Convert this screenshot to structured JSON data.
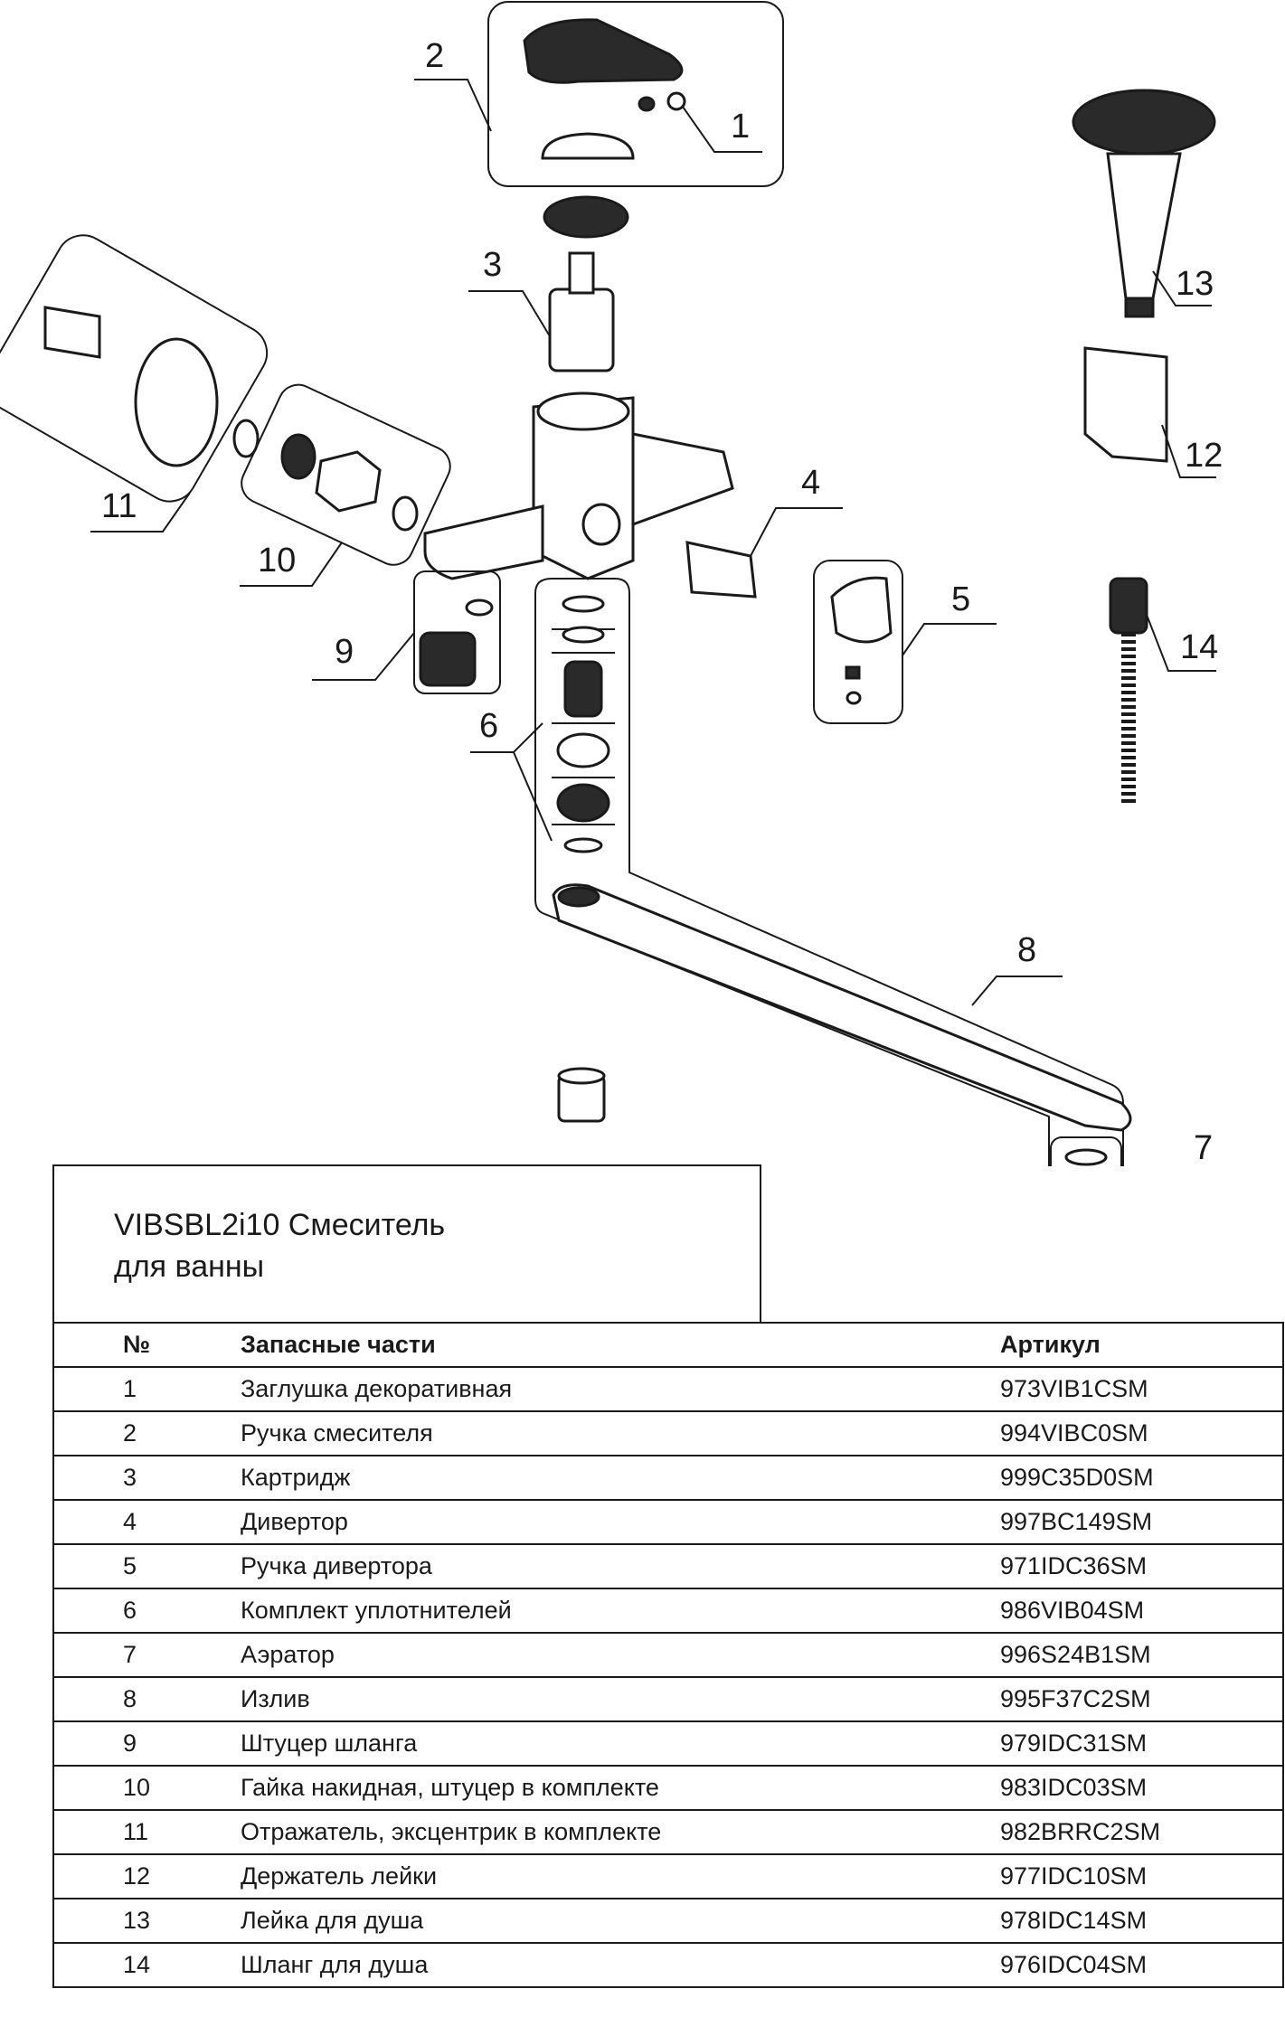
{
  "title": "VIBSBL2i10 Смеситель\nдля ванны",
  "callouts": [
    "1",
    "2",
    "3",
    "4",
    "5",
    "6",
    "7",
    "8",
    "9",
    "10",
    "11",
    "12",
    "13",
    "14"
  ],
  "table": {
    "headers": {
      "num": "№",
      "name": "Запасные части",
      "sku": "Артикул"
    },
    "rows": [
      {
        "num": "1",
        "name": "Заглушка декоративная",
        "sku": "973VIB1CSM"
      },
      {
        "num": "2",
        "name": "Ручка смесителя",
        "sku": "994VIBC0SM"
      },
      {
        "num": "3",
        "name": "Картридж",
        "sku": "999C35D0SM"
      },
      {
        "num": "4",
        "name": "Дивертор",
        "sku": "997BC149SM"
      },
      {
        "num": "5",
        "name": "Ручка дивертора",
        "sku": "971IDC36SM"
      },
      {
        "num": "6",
        "name": "Комплект уплотнителей",
        "sku": "986VIB04SM"
      },
      {
        "num": "7",
        "name": "Аэратор",
        "sku": "996S24B1SM"
      },
      {
        "num": "8",
        "name": "Излив",
        "sku": "995F37C2SM"
      },
      {
        "num": "9",
        "name": "Штуцер шланга",
        "sku": "979IDC31SM"
      },
      {
        "num": "10",
        "name": "Гайка накидная, штуцер в комплекте",
        "sku": "983IDC03SM"
      },
      {
        "num": "11",
        "name": "Отражатель, эксцентрик в комплекте",
        "sku": "982BRRC2SM"
      },
      {
        "num": "12",
        "name": "Держатель лейки",
        "sku": "977IDC10SM"
      },
      {
        "num": "13",
        "name": "Лейка для душа",
        "sku": "978IDC14SM"
      },
      {
        "num": "14",
        "name": "Шланг для душа",
        "sku": "976IDC04SM"
      }
    ]
  }
}
